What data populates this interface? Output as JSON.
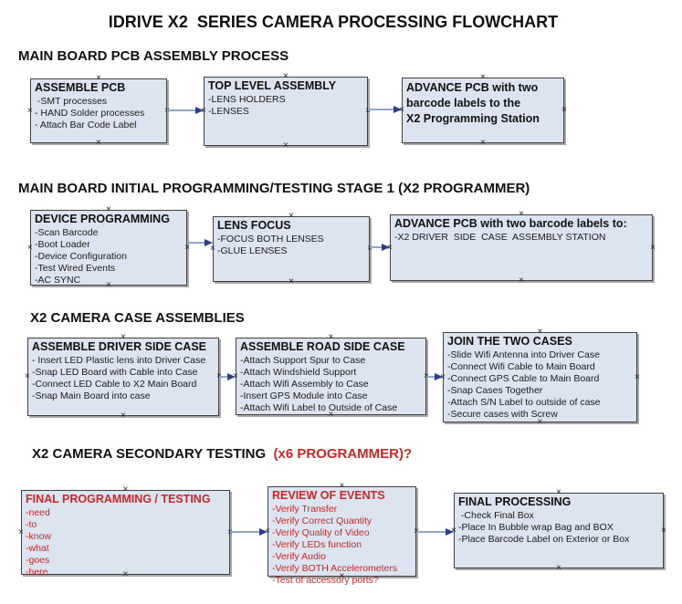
{
  "page": {
    "title": "IDRIVE X2  SERIES CAMERA PROCESSING FLOWCHART"
  },
  "colors": {
    "box_fill": "#dde4f1",
    "box_border": "#404040",
    "box_shadow": "#a8a8a8",
    "arrow_line": "#8fa6cc",
    "arrow_head": "#2b3f87",
    "red_text": "#cc2727",
    "black_text": "#1a1a1a"
  },
  "icons": {
    "connection_handle": "×"
  },
  "sections": [
    {
      "header": "MAIN BOARD PCB ASSEMBLY PROCESS",
      "boxes": [
        {
          "title": "ASSEMBLE PCB",
          "items": [
            " -SMT processes",
            "- HAND Solder processes",
            "- Attach Bar Code Label"
          ]
        },
        {
          "title": "TOP LEVEL ASSEMBLY",
          "items": [
            "-LENS HOLDERS",
            "-LENSES"
          ]
        },
        {
          "title": "ADVANCE PCB with two\nbarcode labels to the\n X2 Programming Station",
          "items": []
        }
      ]
    },
    {
      "header": "MAIN BOARD INITIAL PROGRAMMING/TESTING STAGE 1 (X2 PROGRAMMER)",
      "boxes": [
        {
          "title": "DEVICE PROGRAMMING",
          "items": [
            "-Scan Barcode",
            "-Boot Loader",
            "-Device Configuration",
            "-Test Wired Events",
            "-AC SYNC"
          ]
        },
        {
          "title": "LENS FOCUS",
          "items": [
            "-FOCUS BOTH LENSES",
            "-GLUE LENSES"
          ]
        },
        {
          "title": "ADVANCE PCB with two barcode labels to:",
          "items": [
            "-X2 DRIVER  SIDE  CASE  ASSEMBLY STATION"
          ]
        }
      ]
    },
    {
      "header": "X2 CAMERA CASE ASSEMBLIES",
      "boxes": [
        {
          "title": "ASSEMBLE DRIVER SIDE CASE",
          "items": [
            "- Insert LED Plastic lens into Driver Case",
            "-Snap LED Board with Cable into Case",
            "-Connect LED Cable to X2 Main Board",
            "-Snap Main Board into case"
          ]
        },
        {
          "title": "ASSEMBLE ROAD SIDE CASE",
          "items": [
            "-Attach Support Spur to Case",
            "-Attach Windshield Support",
            "-Attach Wifi Assembly to Case",
            "-Insert GPS Module into Case",
            "-Attach Wifi Label to Outside of Case"
          ]
        },
        {
          "title": "JOIN THE TWO CASES",
          "items": [
            "-Slide Wifi Antenna into Driver Case",
            "-Connect Wifi Cable to Main Board",
            "-Connect GPS Cable to Main Board",
            "-Snap Cases Together",
            "-Attach S/N Label to outside of case",
            "-Secure cases with Screw"
          ]
        }
      ]
    },
    {
      "header": "X2 CAMERA SECONDARY TESTING  ",
      "header_red": "(x6 PROGRAMMER)?",
      "boxes": [
        {
          "title": "FINAL PROGRAMMING / TESTING",
          "items": [
            "-need",
            "-to",
            "-know",
            "-what",
            "-goes",
            "-here"
          ]
        },
        {
          "title": "REVIEW OF EVENTS",
          "items": [
            "-Verify Transfer",
            "-Verify Correct Quantity",
            "-Verify Quality of Video",
            "-Verify LEDs function",
            "-Verify Audio",
            "-Verify BOTH Accelerometers",
            "-Test of accessory ports?"
          ]
        },
        {
          "title": "FINAL PROCESSING",
          "items": [
            " -Check Final Box",
            "-Place In Bubble wrap Bag and BOX",
            "-Place Barcode Label on Exterior or Box"
          ]
        }
      ]
    }
  ]
}
